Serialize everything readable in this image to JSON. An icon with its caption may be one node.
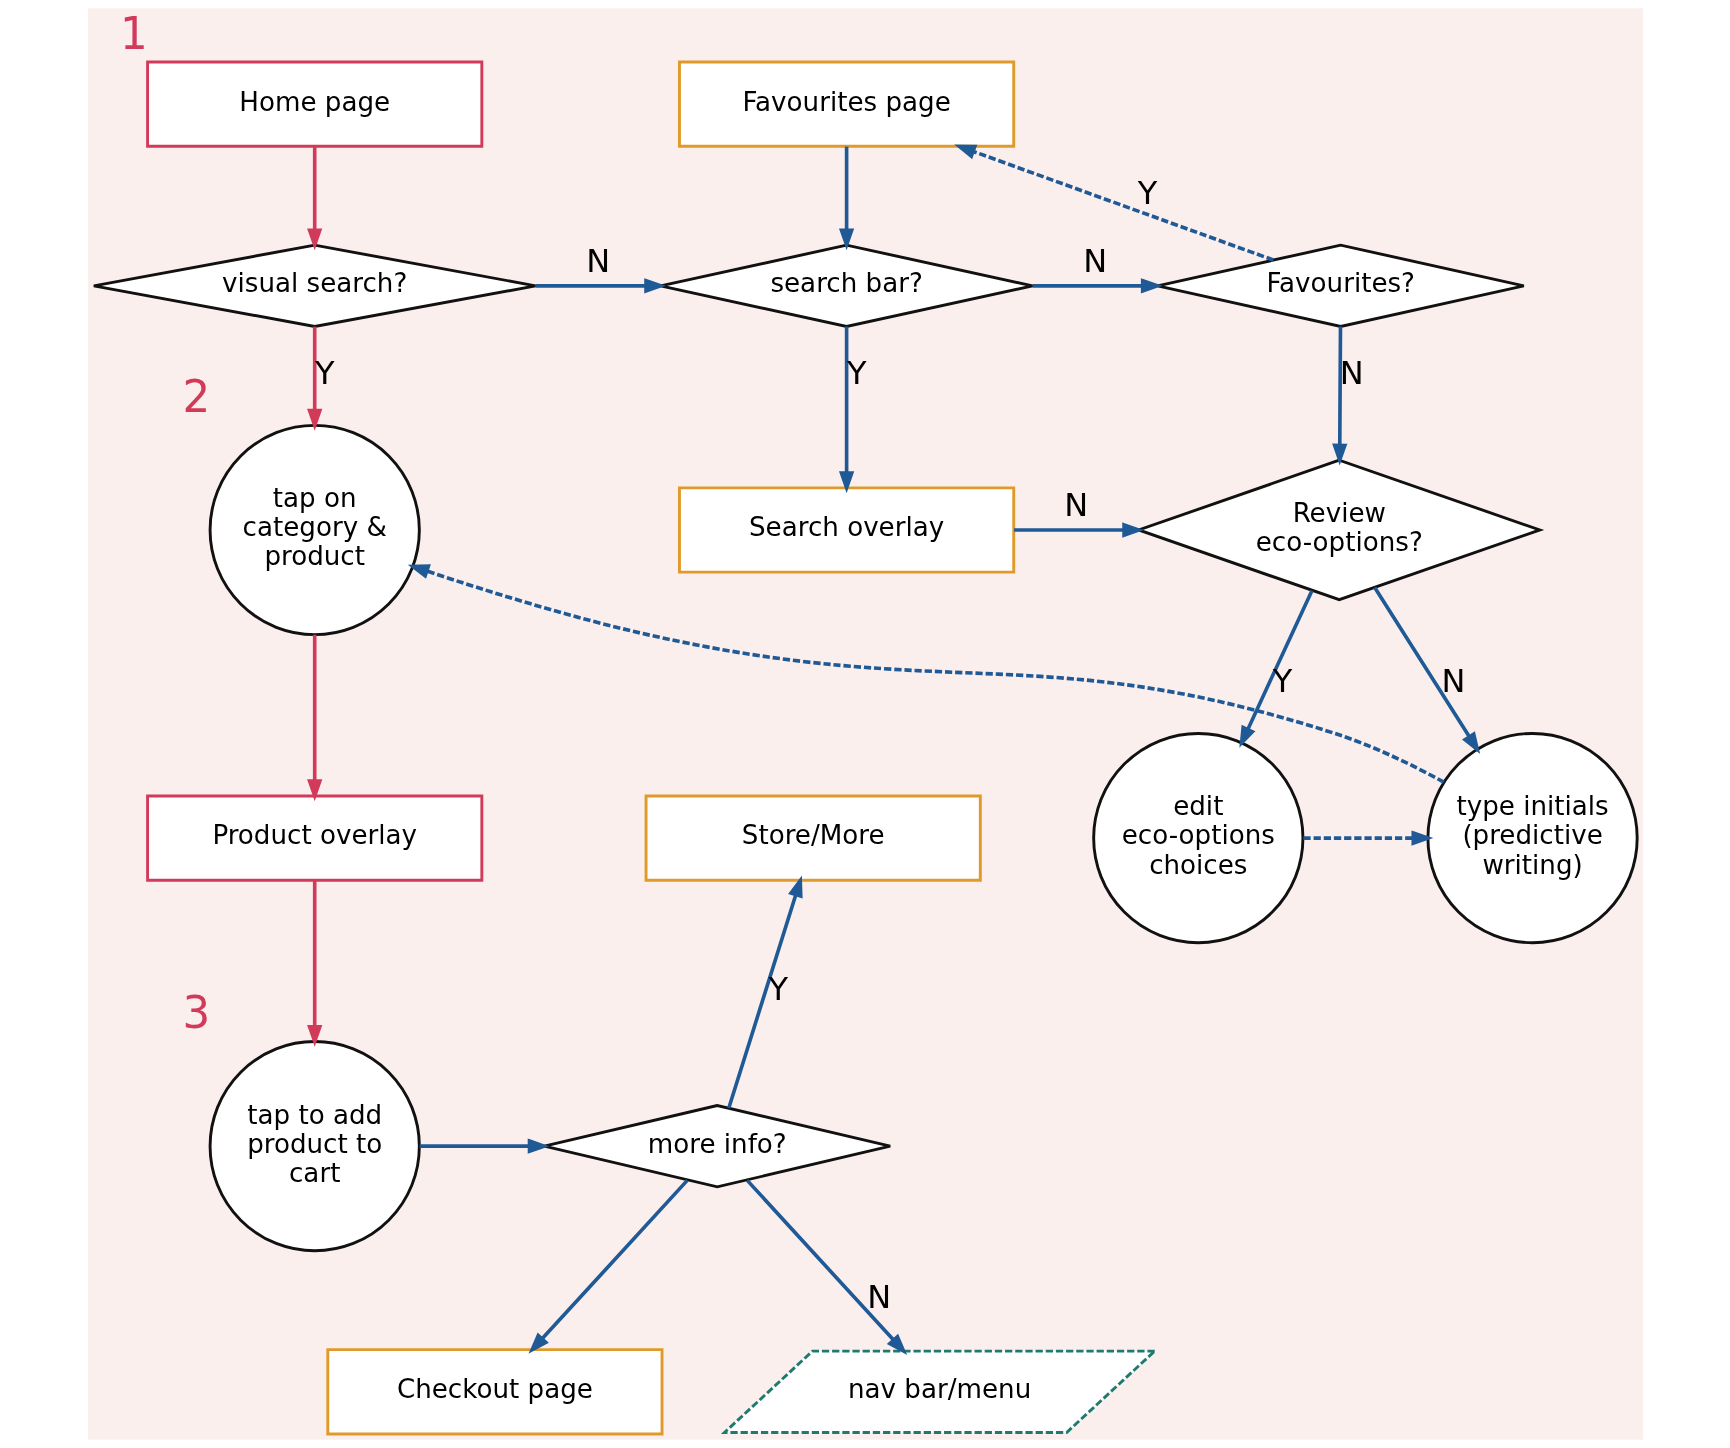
{
  "diagram": {
    "nodes": [
      {
        "text": [
          "Home page"
        ],
        "beside": [
          "1"
        ]
      },
      {
        "text": [
          "visual search?"
        ]
      },
      {
        "text": [
          "search bar?"
        ]
      },
      {
        "text": [
          "Favourites page"
        ]
      },
      {
        "text": [
          "Favourites?"
        ]
      },
      {
        "text": [
          "tap on category & product"
        ],
        "beside": [
          "2"
        ]
      },
      {
        "text": [
          "Search overlay"
        ]
      },
      {
        "text": [
          "Review eco-options?"
        ]
      },
      {
        "text": [
          "type initials (predictive writing)"
        ]
      },
      {
        "text": [
          "edit eco-options choices"
        ]
      },
      {
        "text": [
          "Product overlay"
        ]
      },
      {
        "text": [
          "Store/More"
        ]
      },
      {
        "text": [
          "tap to add product to cart"
        ],
        "beside": [
          "3"
        ]
      },
      {
        "text": [
          "more info?"
        ]
      },
      {
        "text": [
          "Checkout page"
        ]
      },
      {
        "text": [
          "nav bar/menu"
        ]
      }
    ],
    "edges": [
      {
        "from": 0,
        "to": 1,
        "arrow": "to",
        "color": "#d23a5a"
      },
      {
        "from": 1,
        "to": 2,
        "arrow": "to",
        "label": "N"
      },
      {
        "from": 1,
        "to": 5,
        "arrow": "to",
        "label": "Y",
        "color": "#d23a5a"
      },
      {
        "from": 3,
        "to": 2,
        "arrow": "to"
      },
      {
        "from": 2,
        "to": 4,
        "arrow": "to",
        "label": "N"
      },
      {
        "from": 2,
        "to": 6,
        "arrow": "to",
        "label": "Y"
      },
      {
        "from": 4,
        "to": 3,
        "arrow": "to",
        "label": "Y",
        "style": "dashed"
      },
      {
        "from": 4,
        "to": 7,
        "arrow": "to",
        "label": "N"
      },
      {
        "from": 6,
        "to": 7,
        "arrow": "to",
        "label": "N"
      },
      {
        "from": 7,
        "to": 8,
        "arrow": "to",
        "label": "N"
      },
      {
        "from": 7,
        "to": 9,
        "arrow": "to",
        "label": "Y"
      },
      {
        "from": 8,
        "to": 5,
        "arrow": "to",
        "style": "dashed"
      },
      {
        "from": 9,
        "to": 8,
        "arrow": "to",
        "style": "dashed"
      },
      {
        "from": 5,
        "to": 10,
        "arrow": "to",
        "color": "#d23a5a"
      },
      {
        "from": 10,
        "to": 12,
        "arrow": "to",
        "color": "#d23a5a"
      },
      {
        "from": 12,
        "to": 13,
        "arrow": "to"
      },
      {
        "from": 13,
        "to": 11,
        "arrow": "to",
        "label": "Y"
      },
      {
        "from": 13,
        "to": 14,
        "arrow": "to"
      },
      {
        "from": 13,
        "to": 15,
        "arrow": "to",
        "label": "N"
      }
    ]
  }
}
